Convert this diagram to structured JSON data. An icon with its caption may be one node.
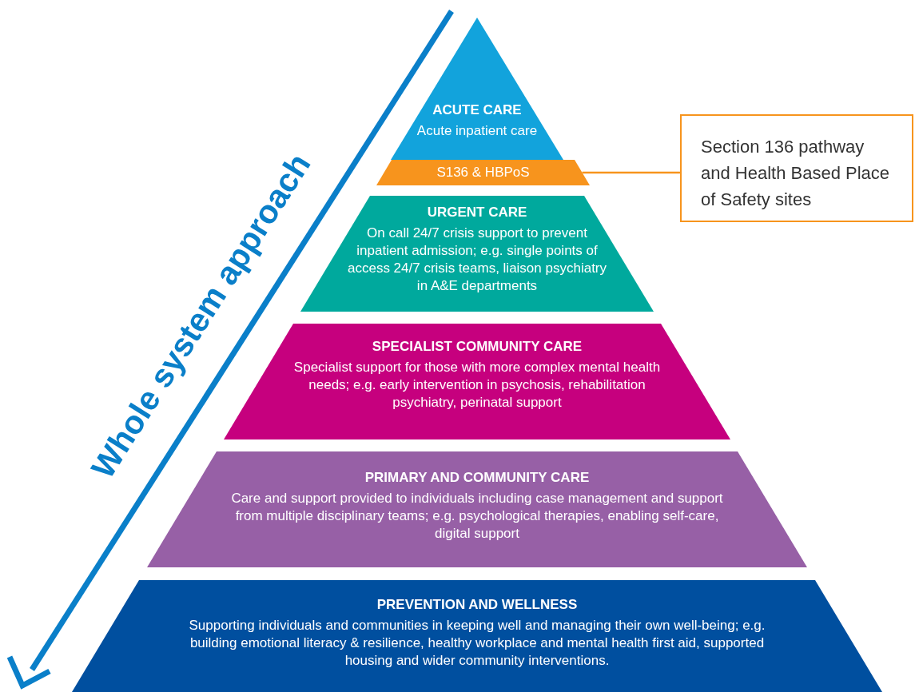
{
  "diagram": {
    "nodes": [
      {
        "text": [
          "ACUTE CARE",
          "Acute inpatient care"
        ]
      },
      {
        "text": [
          "S136 & HBPoS"
        ]
      },
      {
        "text": [
          "URGENT CARE",
          "On call 24/7 crisis support to prevent inpatient admission; e.g. single points of access 24/7 crisis teams, liaison psychiatry in A&E departments"
        ]
      },
      {
        "text": [
          "SPECIALIST COMMUNITY CARE",
          "Specialist support for those with more complex mental health needs; e.g. early intervention in psychosis, rehabilitation psychiatry, perinatal support"
        ]
      },
      {
        "text": [
          "PRIMARY AND COMMUNITY CARE",
          "Care and support provided to individuals including case management and support from multiple disciplinary teams; e.g. psychological therapies, enabling self-care, digital support"
        ]
      },
      {
        "text": [
          "PREVENTION AND WELLNESS",
          "Supporting individuals and communities in keeping well and managing their own well-being; e.g. building emotional literacy & resilience, healthy workplace and mental health first aid, supported housing and wider community interventions."
        ]
      },
      {
        "text": [
          "Section 136 pathway and Health Based Place of Safety sites"
        ]
      }
    ],
    "edges": [
      {
        "from": 6,
        "to": 1,
        "arrow": "none",
        "color": "#f7941d"
      }
    ],
    "labels": [
      "Whole system approach"
    ]
  }
}
